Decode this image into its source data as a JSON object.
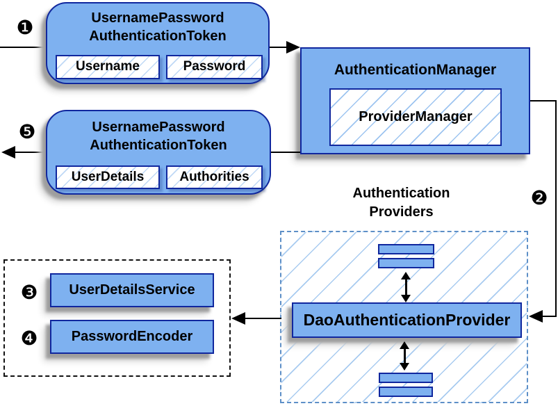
{
  "markers": {
    "step1": "❶",
    "step2": "❷",
    "step3": "❸",
    "step4": "❹",
    "step5": "❺"
  },
  "nodes": {
    "request_token": {
      "title_line1": "UsernamePassword",
      "title_line2": "AuthenticationToken",
      "fields": [
        "Username",
        "Password"
      ]
    },
    "authentication_manager": {
      "title": "AuthenticationManager",
      "inner": "ProviderManager"
    },
    "result_token": {
      "title_line1": "UsernamePassword",
      "title_line2": "AuthenticationToken",
      "fields": [
        "UserDetails",
        "Authorities"
      ]
    },
    "authentication_providers": {
      "label_line1": "Authentication",
      "label_line2": "Providers",
      "main_provider": "DaoAuthenticationProvider"
    },
    "collaborators": {
      "items": [
        "UserDetailsService",
        "PasswordEncoder"
      ]
    }
  },
  "colors": {
    "node_fill": "#7eb1f0",
    "node_border": "#10279e",
    "hatch_line": "#9dc4f0",
    "providers_dash_border": "#5d8fc7",
    "collaborators_dash_border": "#111111",
    "connector": "#000000",
    "shadow": "#9e9e9e"
  }
}
